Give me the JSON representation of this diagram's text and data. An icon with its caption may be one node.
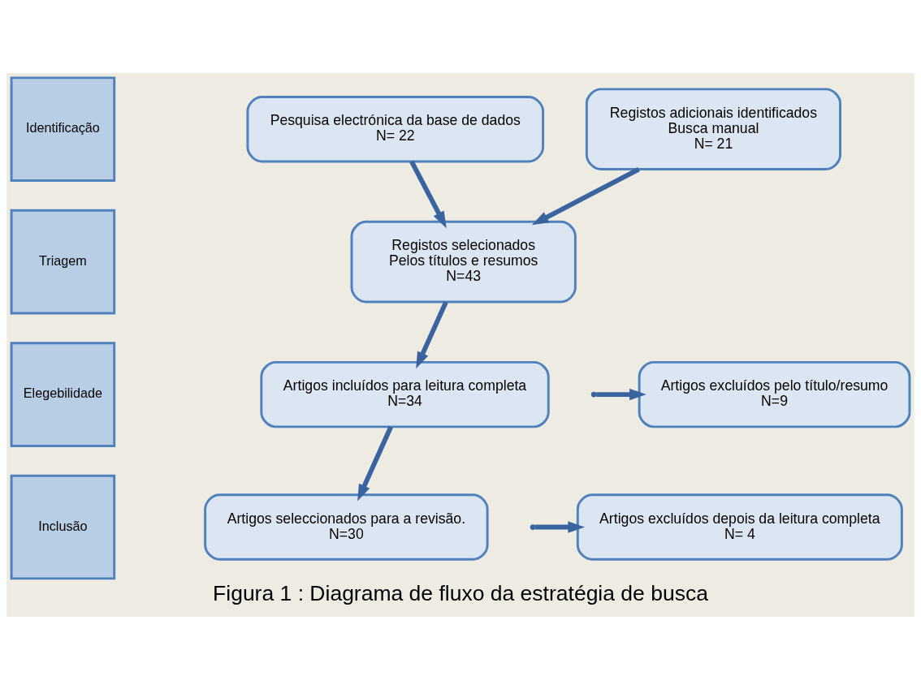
{
  "diagram": {
    "caption": "Figura 1 : Diagrama de fluxo da estratégia de busca",
    "nodes": [
      {
        "text": [
          "Identificação"
        ]
      },
      {
        "text": [
          "Pesquisa electrónica da base de dados",
          "N= 22"
        ]
      },
      {
        "text": [
          "Registos adicionais identificados",
          "Busca manual",
          "N= 21"
        ]
      },
      {
        "text": [
          "Triagem"
        ]
      },
      {
        "text": [
          "Registos selecionados",
          "Pelos títulos e resumos",
          "N=43"
        ]
      },
      {
        "text": [
          "Artigos excluídos pelo título/resumo",
          "N=9"
        ]
      },
      {
        "text": [
          "Elegebilidade"
        ]
      },
      {
        "text": [
          "Artigos incluídos para leitura completa",
          "N=34"
        ]
      },
      {
        "text": [
          "Inclusão"
        ]
      },
      {
        "text": [
          "Artigos excluídos depois da leitura completa",
          "N= 4"
        ]
      },
      {
        "text": [
          "Artigos seleccionados para a revisão.",
          "N=30"
        ]
      }
    ],
    "edges": [
      {
        "from": 1,
        "to": 4,
        "arrow": "to"
      },
      {
        "from": 2,
        "to": 4,
        "arrow": "to"
      },
      {
        "from": 4,
        "to": 7,
        "arrow": "to"
      },
      {
        "from": null,
        "to": 5,
        "arrow": "to"
      },
      {
        "from": 7,
        "to": 10,
        "arrow": "to"
      },
      {
        "from": null,
        "to": 9,
        "arrow": "to"
      }
    ]
  }
}
